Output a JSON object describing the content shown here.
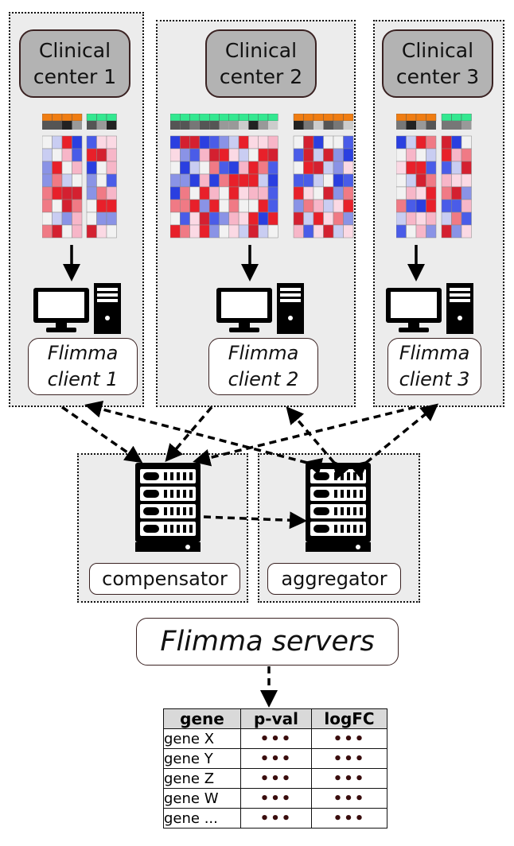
{
  "centers": [
    {
      "label_line1": "Clinical",
      "label_line2": "center 1",
      "client_line1": "Flimma",
      "client_line2": "client 1"
    },
    {
      "label_line1": "Clinical",
      "label_line2": "center 2",
      "client_line1": "Flimma",
      "client_line2": "client 2"
    },
    {
      "label_line1": "Clinical",
      "label_line2": "center 3",
      "client_line1": "Flimma",
      "client_line2": "client 3"
    }
  ],
  "servers": {
    "compensator_label": "compensator",
    "aggregator_label": "aggregator",
    "group_label": "Flimma servers"
  },
  "results_table": {
    "headers": [
      "gene",
      "p-val",
      "logFC"
    ],
    "rows": [
      [
        "gene X",
        "•••",
        "•••"
      ],
      [
        "gene Y",
        "•••",
        "•••"
      ],
      [
        "gene Z",
        "•••",
        "•••"
      ],
      [
        "gene W",
        "•••",
        "•••"
      ],
      [
        "gene ...",
        "•••",
        "•••"
      ]
    ]
  },
  "icons": {
    "computer": "desktop-computer-icon",
    "server": "server-rack-icon"
  },
  "colors": {
    "panel_background": "#ececec",
    "center_label_fill": "#b3b3b3",
    "heat_red": "#e8202a",
    "heat_blue": "#2a3fe0",
    "annotation_orange": "#f07d12",
    "annotation_green": "#33e890"
  }
}
